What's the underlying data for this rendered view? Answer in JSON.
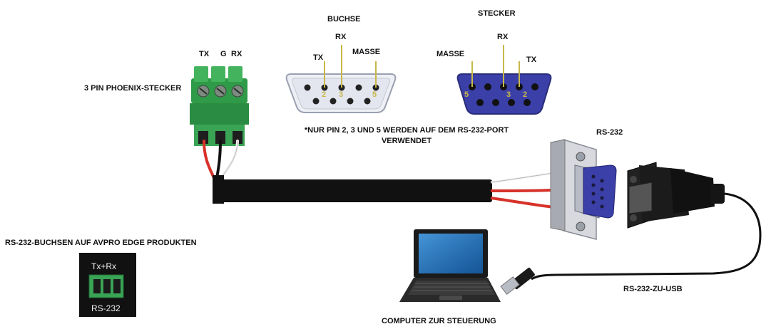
{
  "labels": {
    "phoenix_title": "3 PIN PHOENIX-STECKER",
    "phoenix_pins": [
      "TX",
      "G",
      "RX"
    ],
    "buchse_title": "BUCHSE",
    "buchse_rx": "RX",
    "buchse_tx": "TX",
    "buchse_masse": "MASSE",
    "stecker_title": "STECKER",
    "stecker_rx": "RX",
    "stecker_masse": "MASSE",
    "stecker_tx": "TX",
    "female_pin_numbers": [
      "2",
      "3",
      "5"
    ],
    "male_pin_numbers": [
      "5",
      "3",
      "2"
    ],
    "note_line1": "*NUR PIN 2, 3 UND 5 WERDEN AUF DEM RS-232-PORT",
    "note_line2": "VERWENDET",
    "rs232": "RS-232",
    "rs232_usb": "RS-232-ZU-USB",
    "computer": "COMPUTER ZUR STEUERUNG",
    "avpro_title": "RS-232-BUCHSEN AUF AVPRO EDGE PRODUKTEN",
    "avpro_txrx": "Tx+Rx",
    "avpro_rs232": "RS-232"
  },
  "colors": {
    "phoenix_green": "#3fae5a",
    "db9_female": "#e9ecf3",
    "db9_male": "#3b3fa8",
    "pin_guide": "#c8b84a",
    "wire_red": "#d6322a",
    "cable_black": "#111111"
  }
}
